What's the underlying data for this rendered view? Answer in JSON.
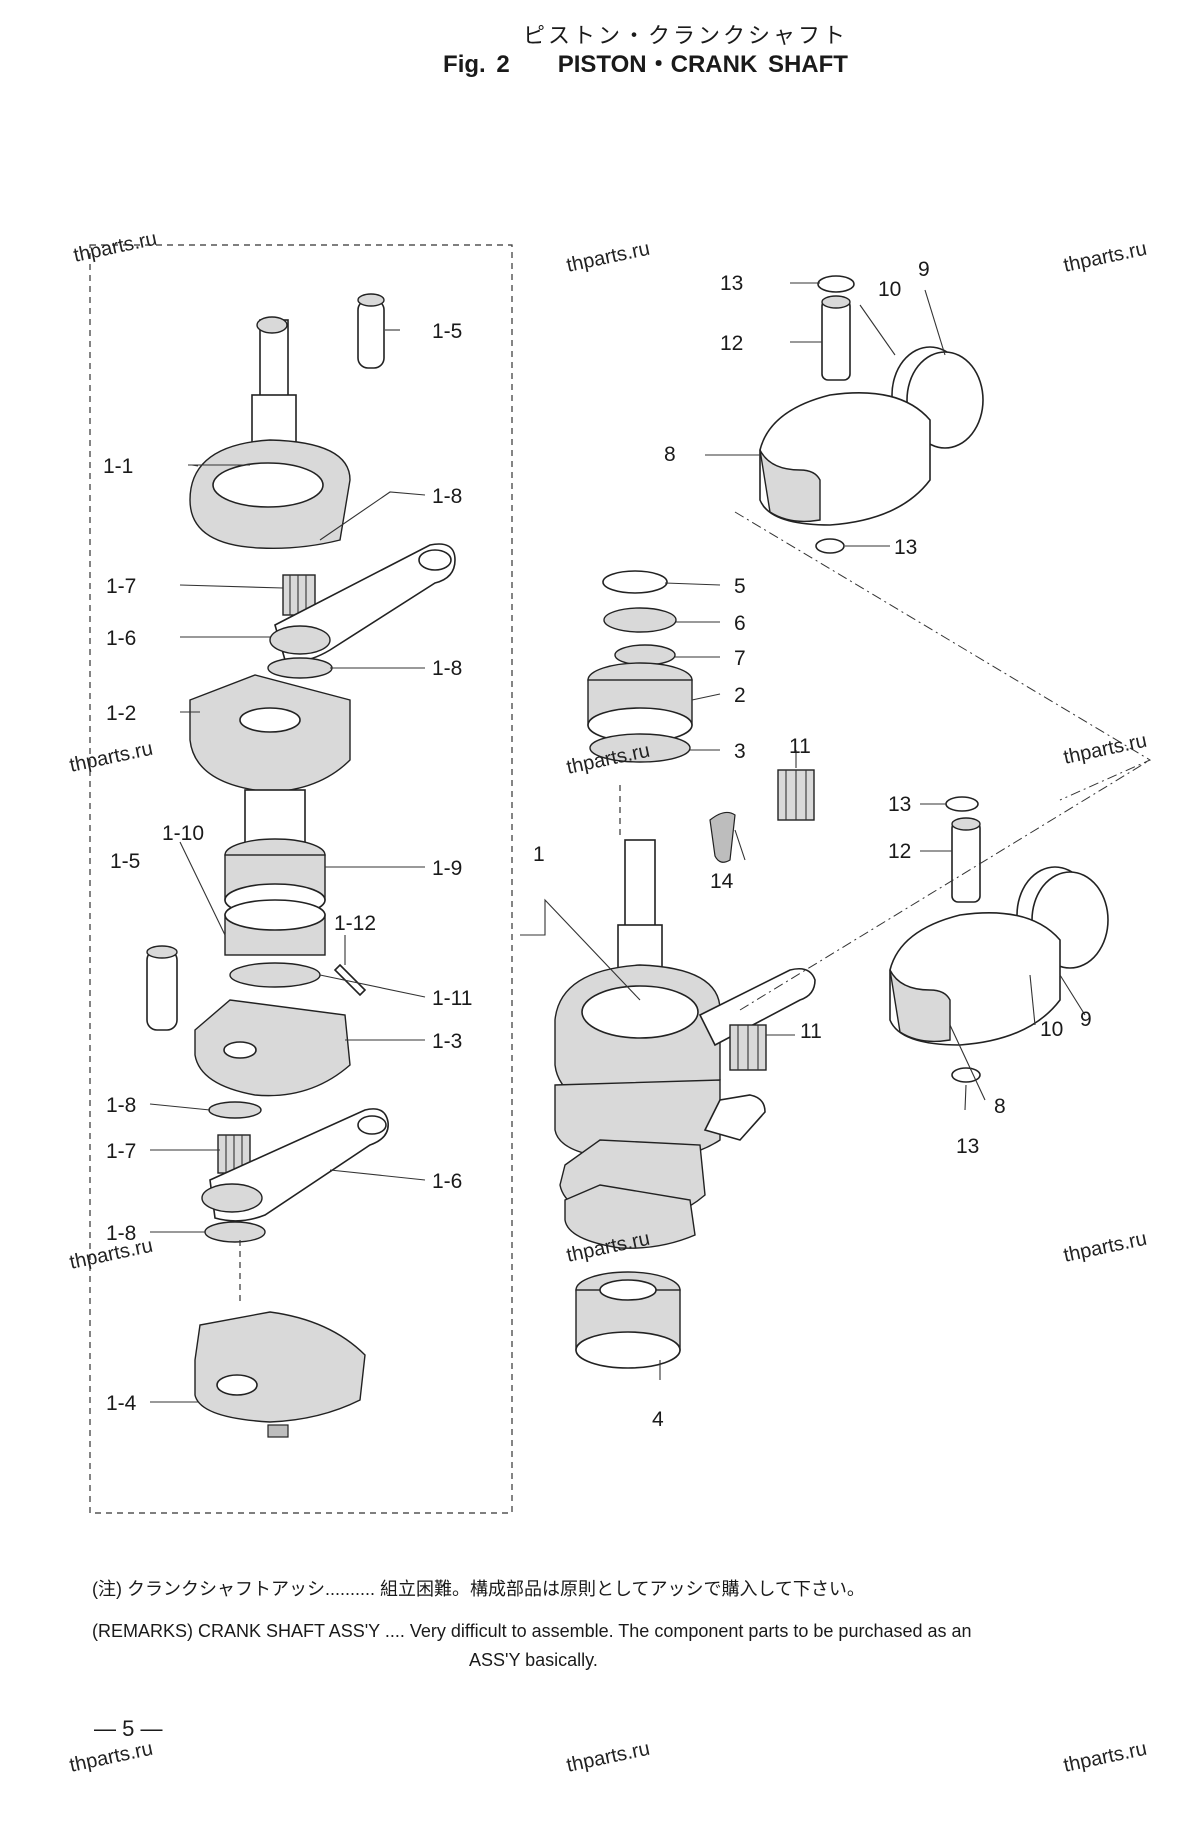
{
  "title": {
    "japanese": "ピストン・クランクシャフト",
    "figure": "Fig. 2",
    "english": "PISTON・CRANK SHAFT"
  },
  "watermark_text": "thparts.ru",
  "callouts": {
    "c1_1": "1-1",
    "c1_2": "1-2",
    "c1_3": "1-3",
    "c1_4": "1-4",
    "c1_5a": "1-5",
    "c1_5b": "1-5",
    "c1_6a": "1-6",
    "c1_6b": "1-6",
    "c1_7a": "1-7",
    "c1_7b": "1-7",
    "c1_8a": "1-8",
    "c1_8b": "1-8",
    "c1_8c": "1-8",
    "c1_8d": "1-8",
    "c1_9": "1-9",
    "c1_10": "1-10",
    "c1_11": "1-11",
    "c1_12": "1-12",
    "c1": "1",
    "c2": "2",
    "c3": "3",
    "c4": "4",
    "c5": "5",
    "c6": "6",
    "c7": "7",
    "c8a": "8",
    "c8b": "8",
    "c9a": "9",
    "c9b": "9",
    "c10a": "10",
    "c10b": "10",
    "c11a": "11",
    "c11b": "11",
    "c12a": "12",
    "c12b": "12",
    "c13a": "13",
    "c13b": "13",
    "c13c": "13",
    "c13d": "13",
    "c14": "14"
  },
  "notes": {
    "jp_prefix": "(注) クランクシャフトアッシ..........",
    "jp_text": "組立困難。構成部品は原則としてアッシで購入して下さい。",
    "en_prefix": "(REMARKS) CRANK SHAFT ASS'Y ....",
    "en_text_line1": "Very difficult to assemble. The component parts to be purchased as an",
    "en_text_line2": "ASS'Y basically."
  },
  "page_number": "— 5 —"
}
